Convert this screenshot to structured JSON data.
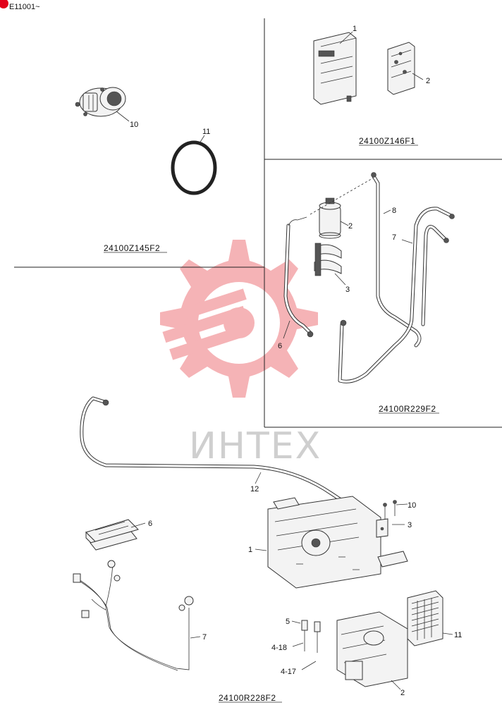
{
  "header": {
    "code": "E11001~"
  },
  "colors": {
    "watermark_red": "#f5b3b6",
    "watermark_text": "#cfcfcf",
    "marker_red": "#e2001a",
    "line": "#222222"
  },
  "watermark": {
    "text": "ИНТЕХ"
  },
  "sections": {
    "top_left": {
      "caption": "24100Z145F2",
      "callouts": {
        "compressor": "10",
        "o_ring": "11"
      }
    },
    "top_right": {
      "caption": "24100Z146F1",
      "callouts": {
        "unit": "1",
        "bracket": "2"
      }
    },
    "middle_right": {
      "caption": "24100R229F2",
      "callouts": {
        "receiver": "2",
        "clamp": "3",
        "hose_6": "6",
        "hose_7": "7",
        "hose_8": "8"
      }
    },
    "bottom": {
      "caption": "24100R228F2",
      "callouts": {
        "hose_12": "12",
        "cover_6": "6",
        "harness_7": "7",
        "unit_1": "1",
        "bolt_10": "10",
        "bracket_3": "3",
        "screws_5": "5",
        "ref_418": "4-18",
        "ref_417": "4-17",
        "housing_2": "2",
        "core_11": "11"
      }
    }
  }
}
